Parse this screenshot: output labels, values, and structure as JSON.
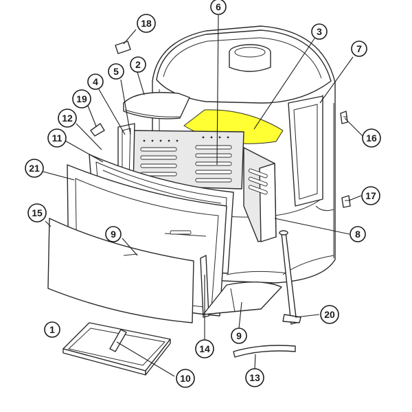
{
  "highlight_color": "#ffff33",
  "callouts": [
    {
      "label": "1"
    },
    {
      "label": "2"
    },
    {
      "label": "3"
    },
    {
      "label": "4"
    },
    {
      "label": "5"
    },
    {
      "label": "6"
    },
    {
      "label": "7"
    },
    {
      "label": "8"
    },
    {
      "label": "9"
    },
    {
      "label": "9"
    },
    {
      "label": "10"
    },
    {
      "label": "11"
    },
    {
      "label": "12"
    },
    {
      "label": "13"
    },
    {
      "label": "14"
    },
    {
      "label": "15"
    },
    {
      "label": "16"
    },
    {
      "label": "17"
    },
    {
      "label": "18"
    },
    {
      "label": "19"
    },
    {
      "label": "20"
    },
    {
      "label": "21"
    }
  ]
}
